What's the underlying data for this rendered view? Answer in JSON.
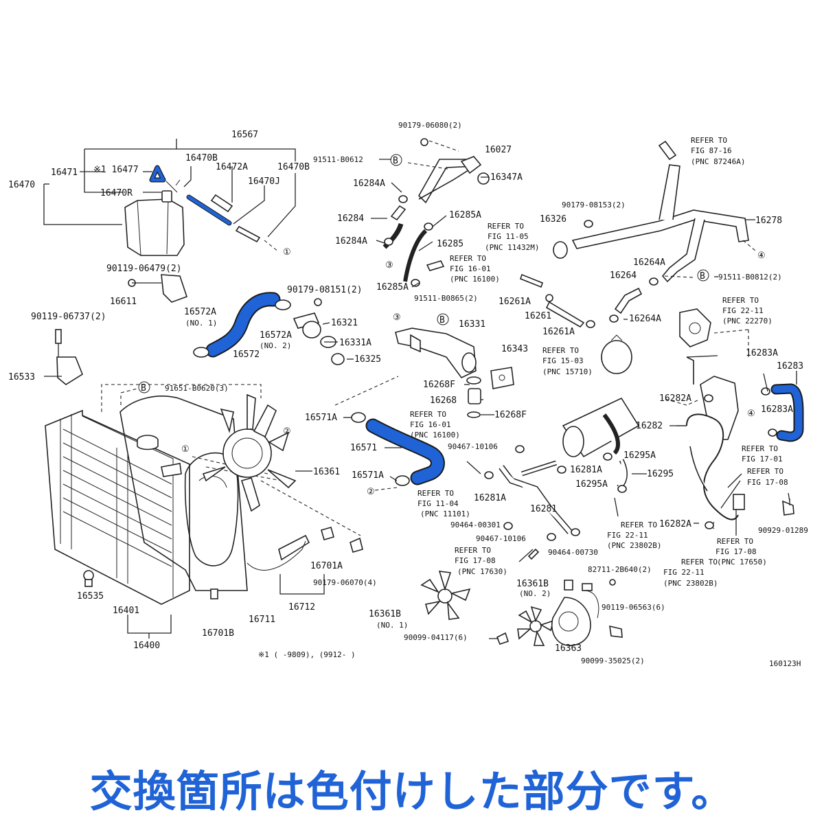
{
  "colors": {
    "highlight": "#1f63d6",
    "line": "#222222",
    "background": "#ffffff"
  },
  "labels": {
    "l16567": "16567",
    "l16470": "16470",
    "l16471": "16471",
    "l16477": "※1 16477",
    "l16470B_1": "16470B",
    "l16472A": "16472A",
    "l16470J": "16470J",
    "l16470B_2": "16470B",
    "l16470R": "16470R",
    "c1_a": "①",
    "l90119_06479": "90119-06479(2)",
    "l16611": "16611",
    "l90119_06737": "90119-06737(2)",
    "l16533": "16533",
    "l16572A_1": "16572A",
    "no1_a": "(NO. 1)",
    "l16572": "16572",
    "l16572A_2": "16572A",
    "no2_a": "(NO. 2)",
    "l90179_08151": "90179-08151(2)",
    "l16321": "16321",
    "l16331A": "16331A",
    "l16325": "16325",
    "l90179_06080": "90179-06080(2)",
    "l91511_B0612": "91511-B0612",
    "b_1": "B",
    "l16027": "16027",
    "l16347A": "16347A",
    "l16284A_1": "16284A",
    "l16284": "16284",
    "l16284A_2": "16284A",
    "l16285A_1": "16285A",
    "l16285": "16285",
    "c3_a": "③",
    "l16285A_2": "16285A",
    "refer_16_01_a": "REFER TO",
    "fig_16_01_a": "FIG 16-01",
    "pnc_16100_a": "(PNC 16100)",
    "l91511_B0865": "91511-B0865(2)",
    "refer_11_05": "REFER TO",
    "fig_11_05": "FIG 11-05",
    "pnc_11432": "(PNC 11432M)",
    "l90179_08153": "90179-08153(2)",
    "l16326": "16326",
    "refer_87_16": "REFER TO",
    "fig_87_16": "FIG 87-16",
    "pnc_87246": "(PNC 87246A)",
    "l16278": "16278",
    "c4_a": "④",
    "l16264A_1": "16264A",
    "l16264": "16264",
    "b_2": "B",
    "l91511_B0812": "91511-B0812(2)",
    "l16261A_1": "16261A",
    "l16261": "16261",
    "l16261A_2": "16261A",
    "l16264A_2": "16264A",
    "refer_22_11_a": "REFER TO",
    "fig_22_11_a": "FIG 22-11",
    "pnc_22270": "(PNC 22270)",
    "c3_b": "③",
    "b_3": "B",
    "l16331": "16331",
    "l16343": "16343",
    "refer_15_03": "REFER TO",
    "fig_15_03": "FIG 15-03",
    "pnc_15710": "(PNC 15710)",
    "l16268F_1": "16268F",
    "l16268": "16268",
    "refer_16_01_b": "REFER TO",
    "fig_16_01_b": "FIG 16-01",
    "pnc_16100_b": "(PNC 16100)",
    "l16268F_2": "16268F",
    "l16283A_1": "16283A",
    "l16283": "16283",
    "l16282A_1": "16282A",
    "c4_b": "④",
    "l16283A_2": "16283A",
    "l16282": "16282",
    "refer_17_01": "REFER TO",
    "fig_17_01": "FIG 17-01",
    "refer_17_08_a": "REFER TO",
    "fig_17_08_a": "FIG 17-08",
    "b_4": "B",
    "l91651_B0620": "91651-B0620(3)",
    "l16571A_1": "16571A",
    "c2_a": "②",
    "c1_b": "①",
    "l16571": "16571",
    "l16571A_2": "16571A",
    "c2_b": "②",
    "l16361": "16361",
    "l90467_10106_1": "90467-10106",
    "l16281A_1": "16281A",
    "l16295A_1": "16295A",
    "l16295": "16295",
    "l16295A_2": "16295A",
    "refer_11_04": "REFER TO",
    "fig_11_04": "FIG 11-04",
    "pnc_11101": "(PNC 11101)",
    "l16281A_2": "16281A",
    "l16281": "16281",
    "l90464_00301": "90464-00301",
    "l90467_10106_2": "90467-10106",
    "l90464_00730": "90464-00730",
    "refer_22_11_b": "REFER TO",
    "fig_22_11_b": "FIG 22-11",
    "pnc_23802_a": "(PNC 23802B)",
    "l16282A_2": "16282A",
    "refer_17_08_b": "REFER TO",
    "fig_17_08_b": "FIG 17-08",
    "pnc_17650": "(PNC 17650)",
    "l90929_01289": "90929-01289",
    "refer_22_11_c": "REFER TO",
    "fig_22_11_c": "FIG 22-11",
    "pnc_23802_b": "(PNC 23802B)",
    "refer_17_08_c": "REFER TO",
    "fig_17_08_c": "FIG 17-08",
    "pnc_17630": "(PNC 17630)",
    "l16701A": "16701A",
    "l90179_06070": "90179-06070(4)",
    "l16535": "16535",
    "l16401": "16401",
    "l16711": "16711",
    "l16712": "16712",
    "l16701B": "16701B",
    "l16400": "16400",
    "l82711_2B640": "82711-2B640(2)",
    "l16361B_1": "16361B",
    "no1_b": "(NO. 1)",
    "l16361B_2": "16361B",
    "no2_b": "(NO. 2)",
    "l90119_06563": "90119-06563(6)",
    "l90099_04117": "90099-04117(6)",
    "l16363": "16363",
    "l90099_35025": "90099-35025(2)",
    "footnote": "※1 (    -9809), (9912-    )",
    "ref_code": "160123H"
  },
  "caption": "交換箇所は色付けした部分です。"
}
